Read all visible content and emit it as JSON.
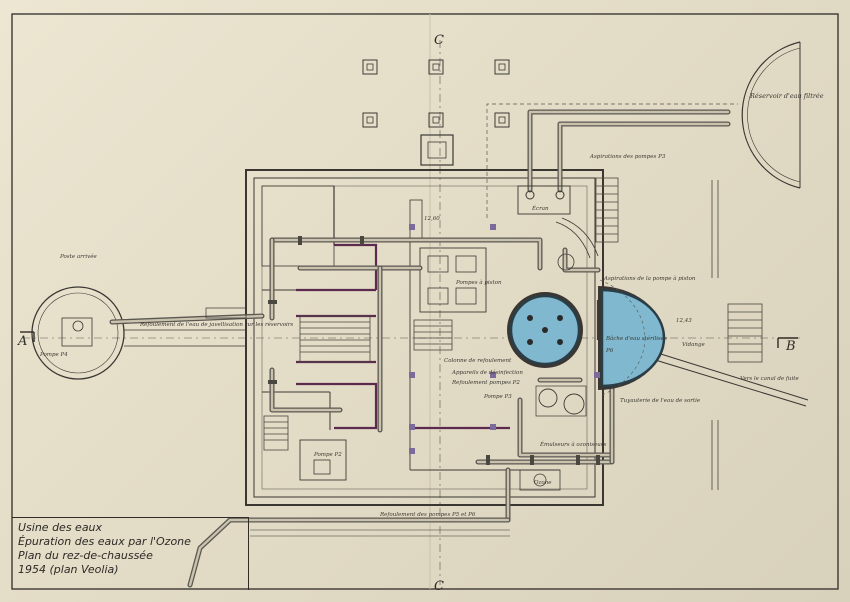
{
  "title_block": {
    "lines": [
      "Usine des eaux",
      "Épuration des eaux par l'Ozone",
      "Plan du rez-de-chaussée",
      "1954 (plan Veolia)"
    ]
  },
  "section_markers": {
    "a": "A",
    "b": "B",
    "c_top": "C",
    "c_bottom": "C"
  },
  "labels": {
    "reservoir": "Réservoir d'eau filtrée",
    "aspiration_p3": "Aspirations des pompes P3",
    "aspiration_pistons": "Aspirations de la pompe à piston",
    "sterile_tank": "Bâche d'eau stérilisée",
    "refoulement_reservoir": "Refoulement de l'eau de javellisation sur les réservoirs",
    "colonne": "Colonne de refoulement",
    "appareils": "Appareils de désinfection",
    "refoulement_p2": "Refoulement pompes P2",
    "pompe_p3": "Pompe P3",
    "pompe_p2": "Pompe P2",
    "pompe_p4": "Pompe P4",
    "pompes_pistons": "Pompes à piston",
    "poste_arrivee": "Poste arrivée",
    "vers_canal": "Vers le canal de fuite",
    "refoulement_p5_p6": "Refoulement des pompes P5 et P6",
    "vidange": "Vidange",
    "compresseurs": "Émulseurs à ozoniseurs",
    "tuyauterie": "Tuyauterie de l'eau de sortie",
    "ecran": "Écran",
    "ozone": "Ozone",
    "cote_p": "P6",
    "n_12": "12,60",
    "n_1243": "12,43"
  }
}
